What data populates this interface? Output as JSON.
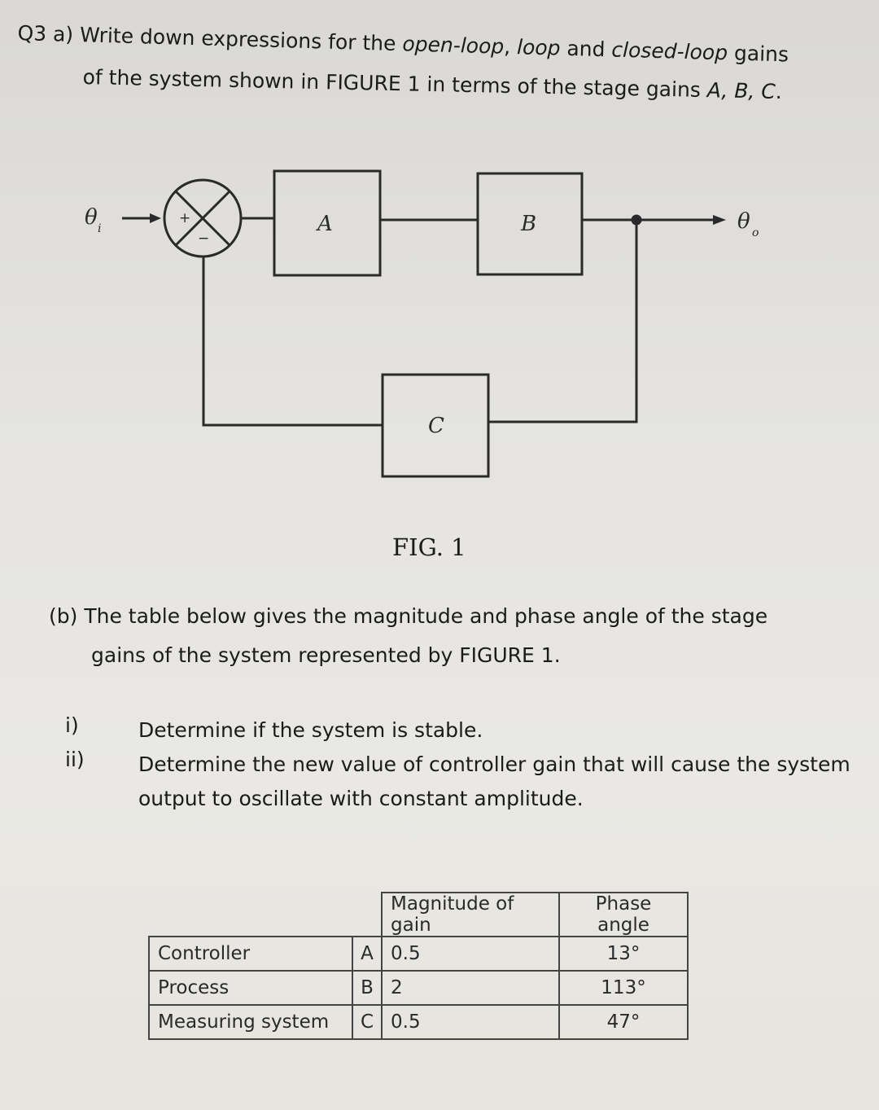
{
  "question": {
    "line1_prefix": "Q3 a) Write down expressions for the ",
    "term_open": "open-loop",
    "sep1": ", ",
    "term_loop": "loop",
    "sep2": " and ",
    "term_closed": "closed-loop",
    "line1_suffix": " gains",
    "line2_prefix": "of the system shown in FIGURE 1 in terms of the stage gains ",
    "gains_list": "A, B, C",
    "line2_suffix": "."
  },
  "figure": {
    "input_label": "θ",
    "input_sub": "i",
    "output_label": "θ",
    "output_sub": "o",
    "plus_sign": "+",
    "minus_sign": "−",
    "block_a": "A",
    "block_b": "B",
    "block_c": "C",
    "caption": "FIG. 1"
  },
  "part_b": {
    "line1": "(b) The table below gives the magnitude and phase angle of the stage",
    "line2": "gains of the system represented by FIGURE 1.",
    "sub_i_num": "i)",
    "sub_i_text": "Determine if the system is stable.",
    "sub_ii_num": "ii)",
    "sub_ii_text": "Determine the new value of controller gain that will cause the system output to oscillate with constant amplitude."
  },
  "table": {
    "header_magnitude": "Magnitude of gain",
    "header_phase": "Phase angle",
    "rows": [
      {
        "name": "Controller",
        "symbol": "A",
        "magnitude": "0.5",
        "phase": "13°"
      },
      {
        "name": "Process",
        "symbol": "B",
        "magnitude": "2",
        "phase": "113°"
      },
      {
        "name": "Measuring system",
        "symbol": "C",
        "magnitude": "0.5",
        "phase": "47°"
      }
    ]
  }
}
